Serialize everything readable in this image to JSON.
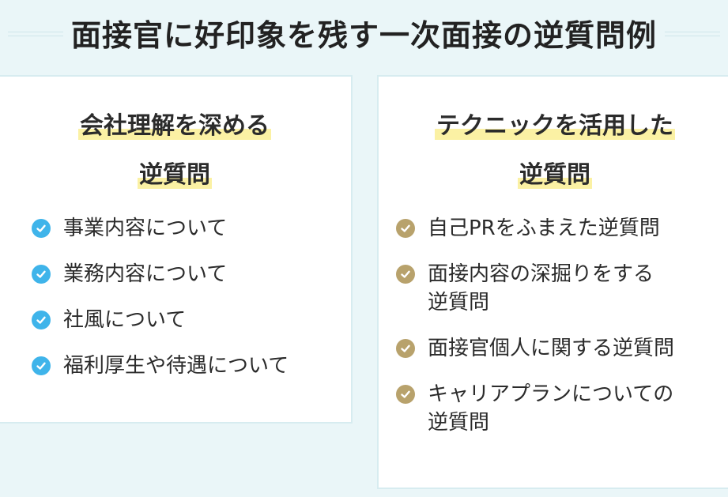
{
  "title": "面接官に好印象を残す一次面接の逆質問例",
  "colors": {
    "background": "#eaf6f8",
    "left_check": "#3fb4ea",
    "right_check": "#b8a26c",
    "highlight": "#fbf1a4"
  },
  "left_card": {
    "heading_line1": "会社理解を深める",
    "heading_line2": "逆質問",
    "icon": "check-circle-icon",
    "items": [
      "事業内容について",
      "業務内容について",
      "社風について",
      "福利厚生や待遇について"
    ]
  },
  "right_card": {
    "heading_line1": "テクニックを活用した",
    "heading_line2": "逆質問",
    "icon": "check-circle-icon",
    "items": [
      "自己PRをふまえた逆質問",
      "面接内容の深掘りをする\n逆質問",
      "面接官個人に関する逆質問",
      "キャリアプランについての\n逆質問"
    ]
  }
}
